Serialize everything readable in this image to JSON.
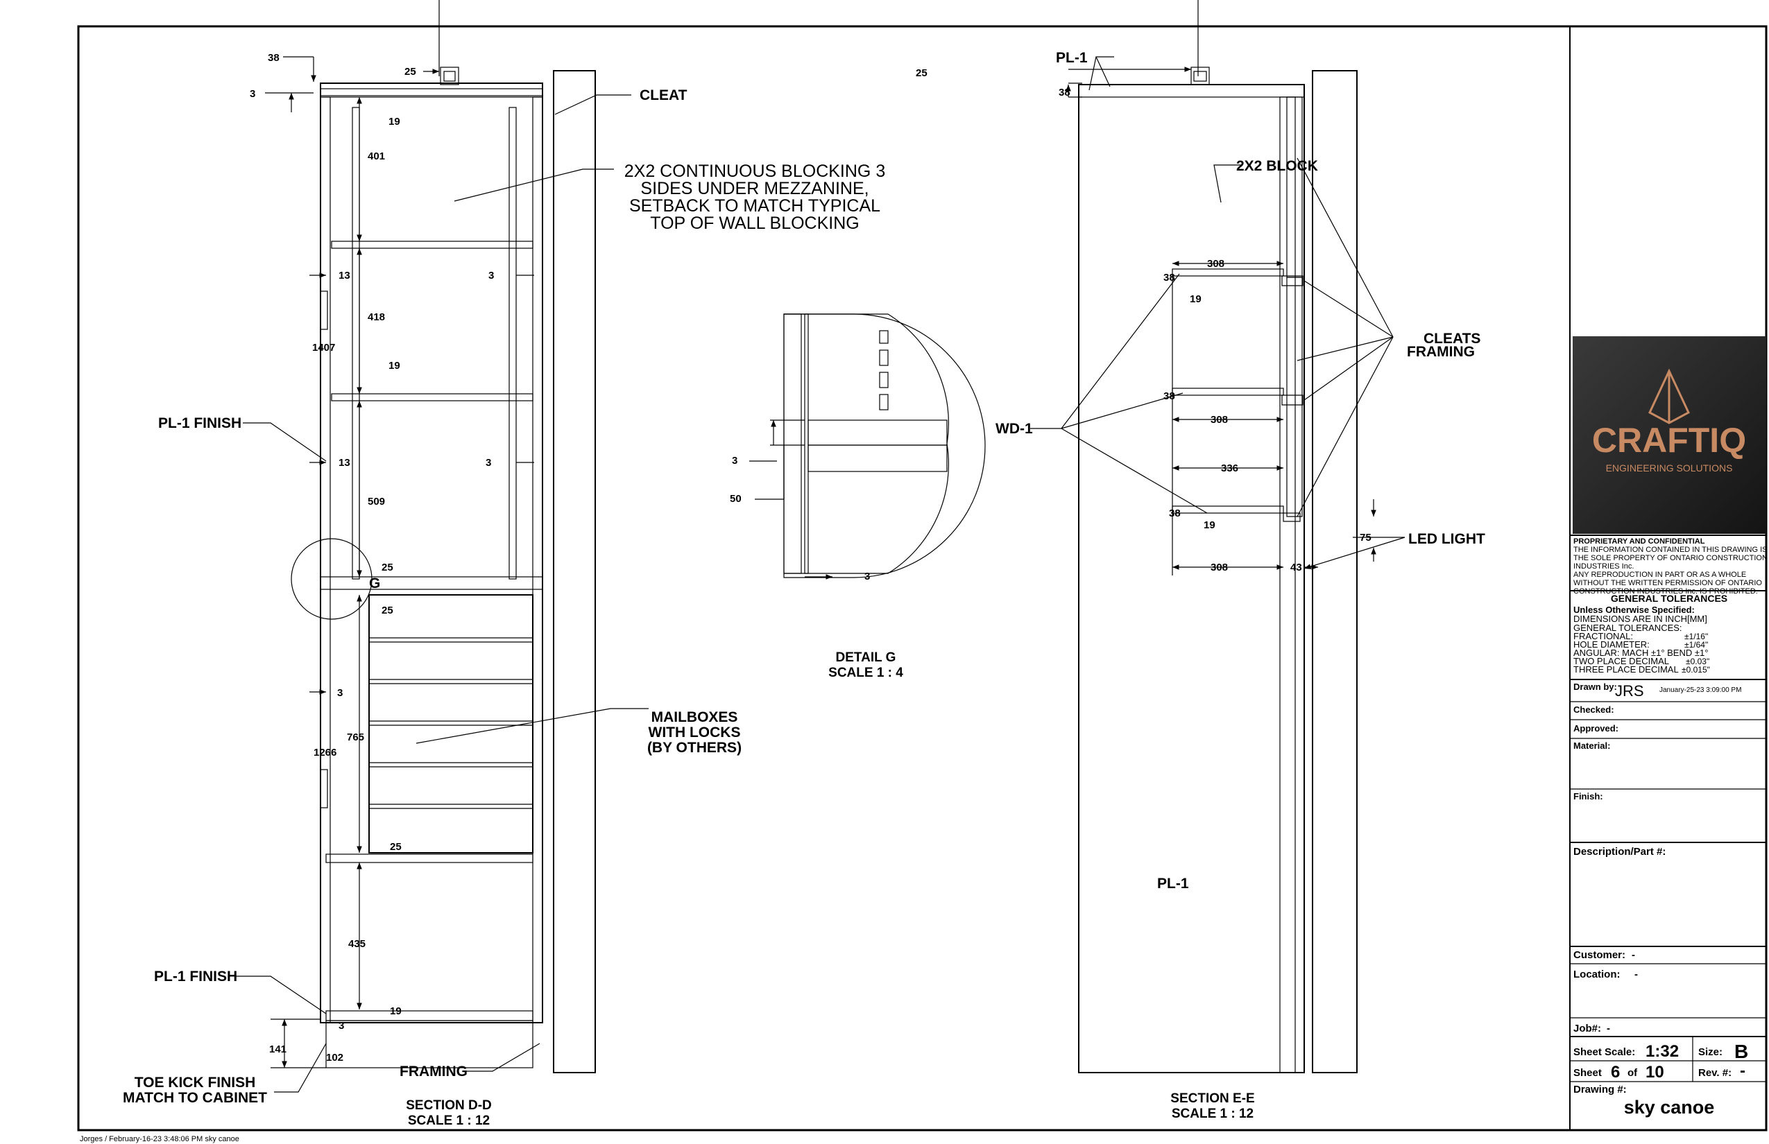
{
  "section_dd": {
    "dims": {
      "d38": "38",
      "d25_top": "25",
      "d3_top": "3",
      "d19_a": "19",
      "d401": "401",
      "d13_a": "13",
      "d3_a": "3",
      "d418": "418",
      "d1407": "1407",
      "d19_b": "19",
      "d13_b": "13",
      "d3_b": "3",
      "d509": "509",
      "d25_mid": "25",
      "d25_mid2": "25",
      "d3_c": "3",
      "d765": "765",
      "d1266": "1266",
      "d25_low": "25",
      "d435": "435",
      "d19_c": "19",
      "d3_d": "3",
      "d141": "141",
      "d102": "102"
    },
    "labels": {
      "cleat": "CLEAT",
      "blocking_1": "2X2 CONTINUOUS BLOCKING 3",
      "blocking_2": "SIDES UNDER MEZZANINE,",
      "blocking_3": "SETBACK TO MATCH TYPICAL",
      "blocking_4": "TOP OF WALL BLOCKING",
      "pl1_finish_upper": "PL-1 FINISH",
      "pl1_finish_lower": "PL-1 FINISH",
      "mailboxes_1": "MAILBOXES",
      "mailboxes_2": "WITH LOCKS",
      "mailboxes_3": "(BY OTHERS)",
      "toe_kick_1": "TOE KICK FINISH",
      "toe_kick_2": "MATCH TO CABINET",
      "framing": "FRAMING",
      "detail_marker": "G",
      "title": "SECTION D-D",
      "scale": "SCALE 1 : 12"
    }
  },
  "detail_g": {
    "dims": {
      "d3_left": "3",
      "d50": "50",
      "d3_bottom": "3"
    },
    "title": "DETAIL G",
    "scale": "SCALE 1 : 4"
  },
  "section_ee": {
    "dims": {
      "d25": "25",
      "d38_top": "38",
      "d308_a": "308",
      "d38_a": "38",
      "d19_a": "19",
      "d38_b": "38",
      "d308_b": "308",
      "d336": "336",
      "d38_c": "38",
      "d19_b": "19",
      "d75": "75",
      "d308_c": "308",
      "d43": "43"
    },
    "labels": {
      "pl1_top": "PL-1",
      "block": "2X2 BLOCK",
      "cleats": "CLEATS",
      "framing": "FRAMING",
      "wd1": "WD-1",
      "led": "LED LIGHT",
      "pl1_body": "PL-1",
      "title": "SECTION E-E",
      "scale": "SCALE 1 : 12"
    }
  },
  "title_block": {
    "logo_name": "CRAFTIQ",
    "logo_tagline": "ENGINEERING SOLUTIONS",
    "logo_icon": "pyramid-icon",
    "proprietary_title": "PROPRIETARY AND CONFIDENTIAL",
    "proprietary_lines": [
      "THE INFORMATION CONTAINED IN THIS DRAWING IS",
      "THE SOLE PROPERTY OF ONTARIO CONSTRUCTION",
      "INDUSTRIES Inc.",
      "ANY REPRODUCTION IN PART OR AS A WHOLE",
      "WITHOUT THE WRITTEN PERMISSION OF ONTARIO",
      "CONSTRUCTION INDUSTRIES Inc. IS PROHIBITED."
    ],
    "tolerances_title": "GENERAL TOLERANCES",
    "unless": "Unless Otherwise Specified:",
    "dims_in": "DIMENSIONS ARE IN INCH[MM]",
    "gen_tol": "GENERAL TOLERANCES:",
    "fractional": "FRACTIONAL:",
    "fractional_val": "±1/16\"",
    "hole": "HOLE DIAMETER:",
    "hole_val": "±1/64\"",
    "angular": "ANGULAR: MACH ±1° BEND ±1°",
    "two_place": "TWO PLACE DECIMAL",
    "two_place_val": "±0.03\"",
    "three_place": "THREE PLACE DECIMAL",
    "three_place_val": "±0.015\"",
    "drawn_by_label": "Drawn by:",
    "drawn_by": "JRS",
    "drawn_date": "January-25-23 3:09:00 PM",
    "checked_label": "Checked:",
    "approved_label": "Approved:",
    "material_label": "Material:",
    "finish_label": "Finish:",
    "description_label": "Description/Part #:",
    "customer_label": "Customer:",
    "customer": "-",
    "location_label": "Location:",
    "location": "-",
    "job_label": "Job#:",
    "job": "-",
    "sheet_scale_label": "Sheet Scale:",
    "sheet_scale": "1:32",
    "size_label": "Size:",
    "size": "B",
    "sheet_label": "Sheet",
    "sheet_num": "6",
    "of_label": "of",
    "sheet_total": "10",
    "rev_label": "Rev. #:",
    "rev": "-",
    "drawing_label": "Drawing #:",
    "drawing": "sky canoe"
  },
  "footer": "Jorges / February-16-23 3:48:06 PM  sky canoe"
}
